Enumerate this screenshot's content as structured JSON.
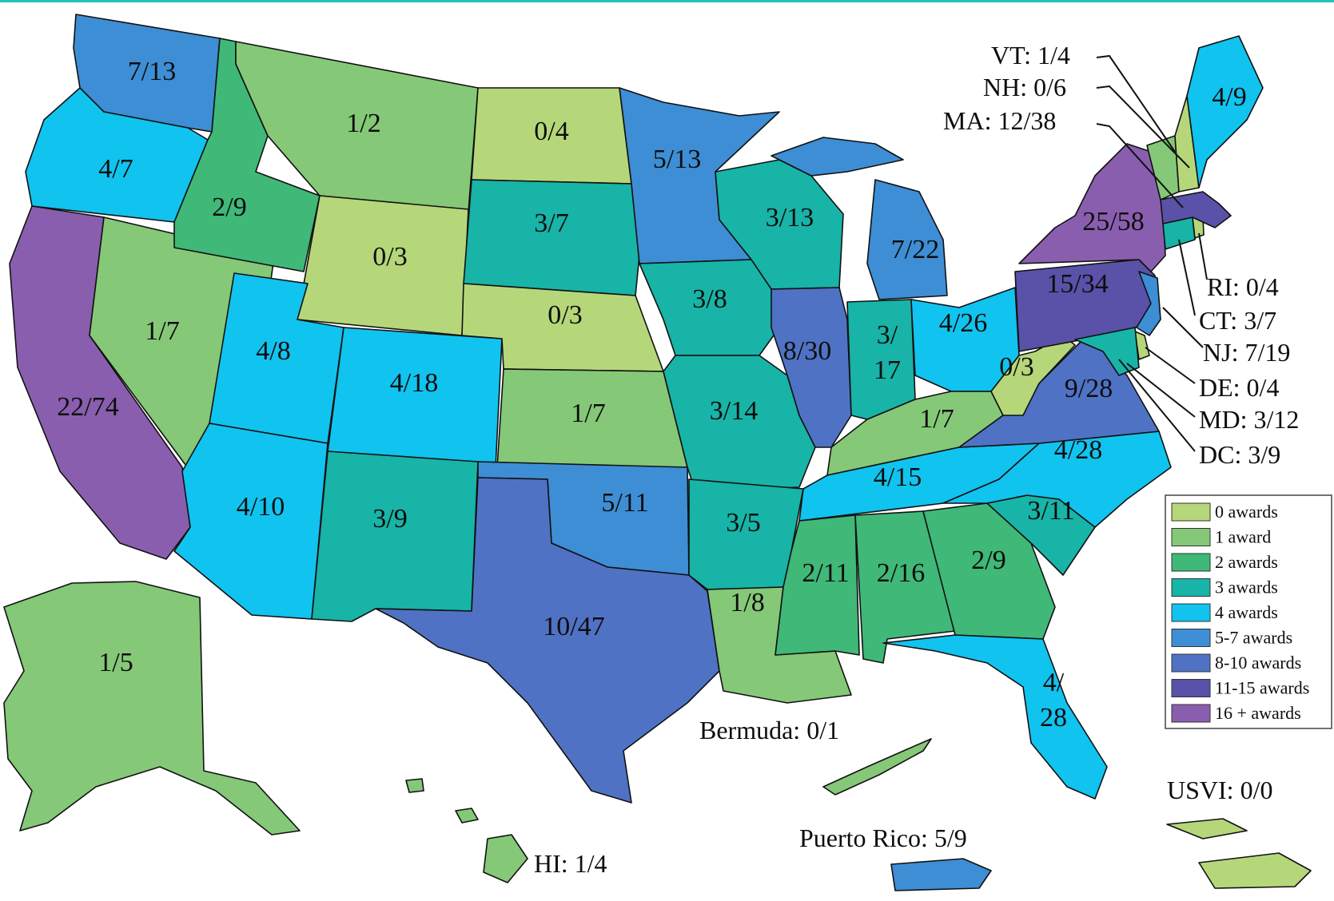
{
  "colors": {
    "0": "#b5d77a",
    "1": "#85c878",
    "2": "#3fb878",
    "3": "#17b4a7",
    "4": "#11c3ef",
    "5-7": "#3d8ed4",
    "8-10": "#4f72c4",
    "11-15": "#5a51a8",
    "16+": "#8a5eaf"
  },
  "legend": [
    {
      "label": "0 awards",
      "cat": "0"
    },
    {
      "label": "1 award",
      "cat": "1"
    },
    {
      "label": "2 awards",
      "cat": "2"
    },
    {
      "label": "3 awards",
      "cat": "3"
    },
    {
      "label": "4 awards",
      "cat": "4"
    },
    {
      "label": "5-7 awards",
      "cat": "5-7"
    },
    {
      "label": "8-10 awards",
      "cat": "8-10"
    },
    {
      "label": "11-15 awards",
      "cat": "11-15"
    },
    {
      "label": "16 + awards",
      "cat": "16+"
    }
  ],
  "states": [
    {
      "id": "WA",
      "text": "7/13",
      "cat": "5-7"
    },
    {
      "id": "OR",
      "text": "4/7",
      "cat": "4"
    },
    {
      "id": "CA",
      "text": "22/74",
      "cat": "16+"
    },
    {
      "id": "NV",
      "text": "1/7",
      "cat": "1"
    },
    {
      "id": "ID",
      "text": "2/9",
      "cat": "2"
    },
    {
      "id": "MT",
      "text": "1/2",
      "cat": "1"
    },
    {
      "id": "WY",
      "text": "0/3",
      "cat": "0"
    },
    {
      "id": "UT",
      "text": "4/8",
      "cat": "4"
    },
    {
      "id": "CO",
      "text": "4/18",
      "cat": "4"
    },
    {
      "id": "AZ",
      "text": "4/10",
      "cat": "4"
    },
    {
      "id": "NM",
      "text": "3/9",
      "cat": "3"
    },
    {
      "id": "ND",
      "text": "0/4",
      "cat": "0"
    },
    {
      "id": "SD",
      "text": "3/7",
      "cat": "3"
    },
    {
      "id": "NE",
      "text": "0/3",
      "cat": "0"
    },
    {
      "id": "KS",
      "text": "1/7",
      "cat": "1"
    },
    {
      "id": "OK",
      "text": "5/11",
      "cat": "5-7"
    },
    {
      "id": "TX",
      "text": "10/47",
      "cat": "8-10"
    },
    {
      "id": "MN",
      "text": "5/13",
      "cat": "5-7"
    },
    {
      "id": "IA",
      "text": "3/8",
      "cat": "3"
    },
    {
      "id": "MO",
      "text": "3/14",
      "cat": "3"
    },
    {
      "id": "AR",
      "text": "3/5",
      "cat": "3"
    },
    {
      "id": "LA",
      "text": "1/8",
      "cat": "1"
    },
    {
      "id": "WI",
      "text": "3/13",
      "cat": "3"
    },
    {
      "id": "IL",
      "text": "8/30",
      "cat": "8-10"
    },
    {
      "id": "MI",
      "text": "7/22",
      "cat": "5-7"
    },
    {
      "id": "IN",
      "text": "3/\n17",
      "cat": "3"
    },
    {
      "id": "OH",
      "text": "4/26",
      "cat": "4"
    },
    {
      "id": "KY",
      "text": "1/7",
      "cat": "1"
    },
    {
      "id": "TN",
      "text": "4/15",
      "cat": "4"
    },
    {
      "id": "MS",
      "text": "2/11",
      "cat": "2"
    },
    {
      "id": "AL",
      "text": "2/16",
      "cat": "2"
    },
    {
      "id": "GA",
      "text": "2/9",
      "cat": "2"
    },
    {
      "id": "FL",
      "text": "4/\n28",
      "cat": "4"
    },
    {
      "id": "SC",
      "text": "3/11",
      "cat": "3"
    },
    {
      "id": "NC",
      "text": "4/28",
      "cat": "4"
    },
    {
      "id": "VA",
      "text": "9/28",
      "cat": "8-10"
    },
    {
      "id": "WV",
      "text": "0/3",
      "cat": "0"
    },
    {
      "id": "PA",
      "text": "15/34",
      "cat": "11-15"
    },
    {
      "id": "NY",
      "text": "25/58",
      "cat": "16+"
    },
    {
      "id": "ME",
      "text": "4/9",
      "cat": "4"
    },
    {
      "id": "AK",
      "text": "1/5",
      "cat": "1"
    }
  ],
  "callouts": [
    {
      "id": "VT",
      "text": "VT: 1/4",
      "cat": "1"
    },
    {
      "id": "NH",
      "text": "NH: 0/6",
      "cat": "0"
    },
    {
      "id": "MA",
      "text": "MA: 12/38",
      "cat": "11-15"
    },
    {
      "id": "RI",
      "text": "RI: 0/4",
      "cat": "0"
    },
    {
      "id": "CT",
      "text": "CT: 3/7",
      "cat": "3"
    },
    {
      "id": "NJ",
      "text": "NJ: 7/19",
      "cat": "5-7"
    },
    {
      "id": "DE",
      "text": "DE: 0/4",
      "cat": "0"
    },
    {
      "id": "MD",
      "text": "MD: 3/12",
      "cat": "3"
    },
    {
      "id": "DC",
      "text": "DC: 3/9",
      "cat": "3"
    },
    {
      "id": "HI",
      "text": "HI: 1/4",
      "cat": "1"
    },
    {
      "id": "BM",
      "text": "Bermuda: 0/1",
      "cat": "1"
    },
    {
      "id": "PR",
      "text": "Puerto Rico: 5/9",
      "cat": "5-7"
    },
    {
      "id": "VI",
      "text": "USVI: 0/0",
      "cat": "0"
    }
  ]
}
